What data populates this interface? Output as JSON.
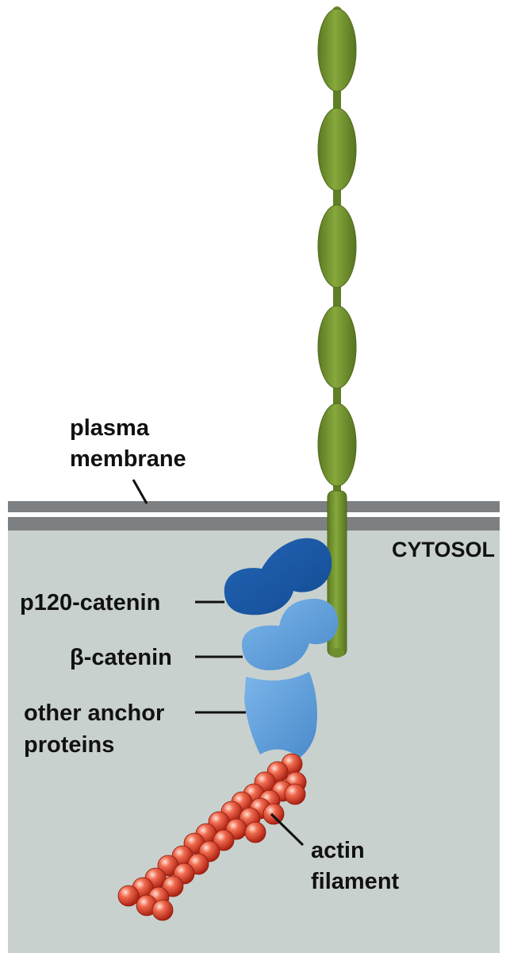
{
  "labels": {
    "plasma_membrane_line1": "plasma",
    "plasma_membrane_line2": "membrane",
    "cytosol": "CYTOSOL",
    "p120_catenin": "p120-catenin",
    "beta_catenin": "β-catenin",
    "anchor_line1": "other anchor",
    "anchor_line2": "proteins",
    "actin_line1": "actin",
    "actin_line2": "filament"
  },
  "colors": {
    "cadherin": "#6e8f2e",
    "cadherin_highlight": "#88aa40",
    "membrane": "#7d8082",
    "cytosol": "#c9d1ce",
    "p120_catenin": "#1b57a6",
    "beta_catenin": "#5d9ddc",
    "anchor_proteins": "#5d9ddc",
    "actin": "#d8321f"
  }
}
